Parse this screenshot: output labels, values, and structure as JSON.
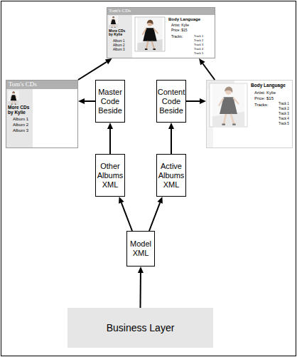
{
  "diagram": {
    "nodes": [
      {
        "text": [
          "Tom's CDs",
          "More CDs by Kylie",
          "Album 1",
          "Album 2",
          "Album 3",
          "Body Language",
          "Artist: Kylie",
          "Price: $15",
          "Tracks:",
          "Track 1",
          "Track 2",
          "Track 3",
          "Track 4",
          "Track 5"
        ]
      },
      {
        "text": [
          "Tom's CDs",
          "More CDs by Kylie",
          "Album 1",
          "Album 2",
          "Album 3"
        ]
      },
      {
        "text": [
          "Master Code Beside"
        ]
      },
      {
        "text": [
          "Content Code Beside"
        ]
      },
      {
        "text": [
          "Body Language",
          "Artist: Kylie",
          "Price: $15",
          "Tracks:",
          "Track 1",
          "Track 2",
          "Track 3",
          "Track 4",
          "Track 5"
        ]
      },
      {
        "text": [
          "Other Albums XML"
        ]
      },
      {
        "text": [
          "Active Albums XML"
        ]
      },
      {
        "text": [
          "Model XML"
        ]
      },
      {
        "text": [
          "Business Layer"
        ]
      }
    ],
    "edges": [
      {
        "from": 1,
        "to": 0,
        "arrow": "to"
      },
      {
        "from": 4,
        "to": 0,
        "arrow": "to"
      },
      {
        "from": 2,
        "to": 1,
        "arrow": "to"
      },
      {
        "from": 3,
        "to": 4,
        "arrow": "to"
      },
      {
        "from": 5,
        "to": 2,
        "arrow": "to"
      },
      {
        "from": 6,
        "to": 3,
        "arrow": "to"
      },
      {
        "from": 7,
        "to": 5,
        "arrow": "to"
      },
      {
        "from": 7,
        "to": 6,
        "arrow": "to"
      },
      {
        "from": 8,
        "to": 7,
        "arrow": "to"
      }
    ]
  }
}
